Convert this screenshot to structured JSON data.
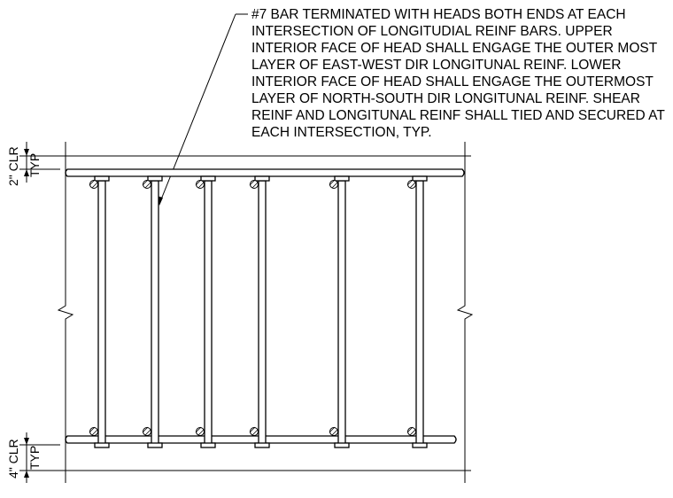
{
  "note": {
    "lines": [
      "#7 BAR TERMINATED WITH HEADS BOTH ENDS AT EACH",
      "INTERSECTION OF LONGITUDIAL REINF BARS. UPPER",
      "INTERIOR FACE OF HEAD SHALL ENGAGE THE OUTER MOST",
      "LAYER OF EAST-WEST DIR LONGITUNAL REINF. LOWER",
      "INTERIOR FACE OF HEAD SHALL ENGAGE THE OUTERMOST",
      "LAYER OF NORTH-SOUTH DIR LONGITUNAL REINF. SHEAR",
      "REINF AND LONGITUNAL REINF SHALL TIED AND SECURED AT",
      "EACH INTERSECTION, TYP."
    ]
  },
  "dimensions": {
    "top_clear": "2\" CLR",
    "top_typ": "TYP",
    "bottom_clear": "4\" CLR",
    "bottom_typ": "TYP"
  },
  "colors": {
    "ink": "#000000",
    "background": "#ffffff"
  }
}
